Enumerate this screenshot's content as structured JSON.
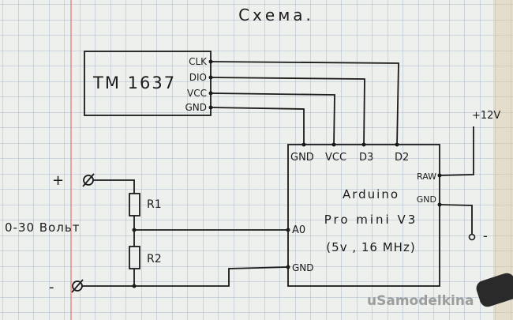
{
  "title": "Схема.",
  "tm1637": {
    "label": "TM 1637",
    "pins": [
      "CLK",
      "DIO",
      "VCC",
      "GND"
    ]
  },
  "arduino": {
    "line1": "Arduino",
    "line2": "Pro mini V3",
    "line3": "(5v , 16 MHz)",
    "top_pins": [
      "GND",
      "VCC",
      "D3",
      "D2"
    ],
    "right_pins": [
      "RAW",
      "GND"
    ],
    "left_pins": [
      "A0",
      "GND"
    ]
  },
  "power": {
    "plus_label": "+12V",
    "minus_label": "-"
  },
  "input": {
    "plus": "+",
    "minus": "-",
    "range_label": "0-30 Вольт"
  },
  "resistors": [
    "R1",
    "R2"
  ],
  "watermark": "uSamodelkina",
  "colors": {
    "paper": "#eef0ee",
    "grid": "#a9b7c8",
    "margin": "#e58a8a",
    "ink": "#1a1a1a"
  }
}
